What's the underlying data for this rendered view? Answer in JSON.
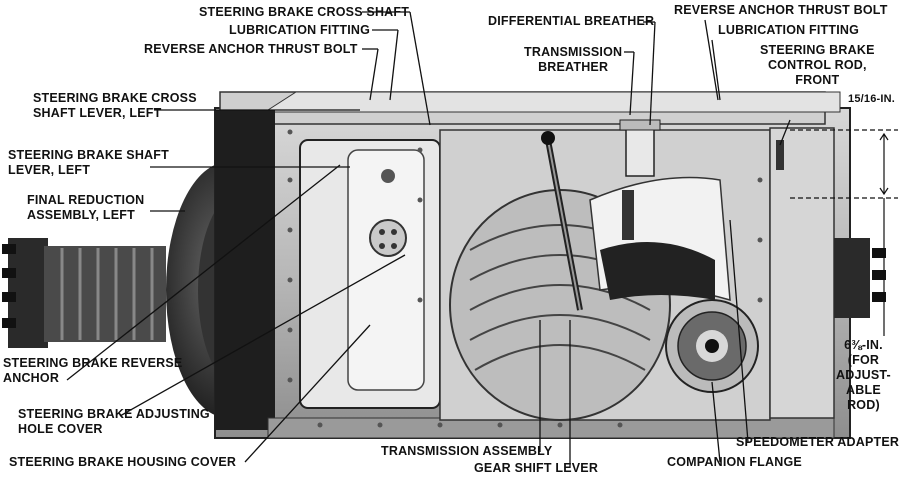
{
  "labels": {
    "steering_brake_cross_shaft": "STEERING BRAKE CROSS SHAFT",
    "lubrication_fitting_left": "LUBRICATION FITTING",
    "reverse_anchor_thrust_bolt_left": "REVERSE ANCHOR THRUST BOLT",
    "cross_shaft_lever": [
      "STEERING BRAKE CROSS",
      "SHAFT LEVER, LEFT"
    ],
    "shaft_lever": [
      "STEERING BRAKE SHAFT",
      "LEVER, LEFT"
    ],
    "final_reduction": [
      "FINAL REDUCTION",
      "ASSEMBLY, LEFT"
    ],
    "differential_breather": "DIFFERENTIAL BREATHER",
    "transmission_breather": [
      "TRANSMISSION",
      "BREATHER"
    ],
    "reverse_anchor_thrust_bolt_right": "REVERSE ANCHOR THRUST BOLT",
    "lubrication_fitting_right": "LUBRICATION FITTING",
    "control_rod": [
      "STEERING BRAKE",
      "CONTROL ROD,",
      "FRONT"
    ],
    "dim_fraction": "15/16-IN.",
    "dim_rod": [
      "6⅜-IN.",
      "(FOR",
      "ADJUST-",
      "ABLE",
      "ROD)"
    ],
    "reverse_anchor": [
      "STEERING BRAKE REVERSE",
      "ANCHOR"
    ],
    "adjusting_hole": [
      "STEERING BRAKE ADJUSTING",
      "HOLE COVER"
    ],
    "housing_cover": "STEERING BRAKE HOUSING COVER",
    "transmission_assembly": "TRANSMISSION ASSEMBLY",
    "gear_shift_lever": "GEAR SHIFT LEVER",
    "speedometer_adapter": "SPEEDOMETER ADAPTER",
    "companion_flange": "COMPANION FLANGE"
  }
}
